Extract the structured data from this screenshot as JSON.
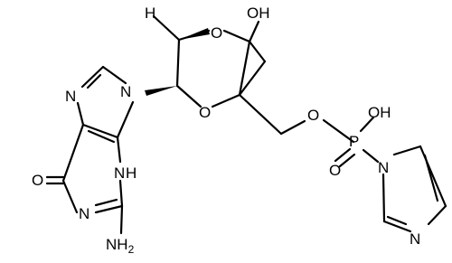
{
  "molecule": {
    "atoms": {
      "h_top": "H",
      "o_bridge": "O",
      "oh_top": "OH",
      "n9": "N",
      "n7": "N",
      "o_ring": "O",
      "o_ester": "O",
      "oh_p": "OH",
      "p": "P",
      "o_double": "O",
      "n_imid1": "N",
      "n_imid3": "N",
      "n3h": "N",
      "h_n3": "H",
      "o6": "O",
      "n1": "N",
      "nh2_n": "NH",
      "nh2_sub": "2"
    }
  }
}
